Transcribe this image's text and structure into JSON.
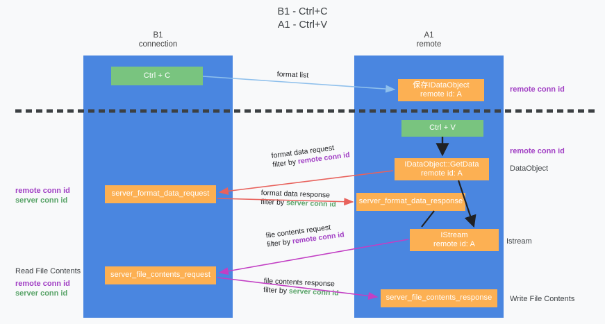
{
  "title": "B1 - Ctrl+C\nA1 - Ctrl+V",
  "columns": {
    "left": {
      "name": "B1",
      "sub": "connection",
      "header": "B1\nconnection"
    },
    "right": {
      "name": "A1",
      "sub": "remote",
      "header": "A1\nremote"
    }
  },
  "colors": {
    "column_blue": "#4a86e0",
    "node_green": "#79c47f",
    "node_orange": "#fcb053",
    "remote_conn_id": "#a13fc4",
    "server_conn_id": "#5aa469",
    "arrow_blue": "#8fc0ec",
    "arrow_red": "#e8625c",
    "arrow_magenta": "#c23fc4",
    "arrow_black": "#202124",
    "divider": "#3c4043",
    "background": "#f8f9fa"
  },
  "nodes": {
    "ctrl_c": {
      "label": "Ctrl + C"
    },
    "ctrl_v": {
      "label": "Ctrl + V"
    },
    "save_dataobject": {
      "label": "保存IDataObject\nremote id: A"
    },
    "getdata": {
      "label": "IDataObject::GetData\nremote id: A"
    },
    "istream": {
      "label": "IStream\nremote id: A"
    },
    "server_format_data_request": {
      "label": "server_format_data_request"
    },
    "server_format_data_response": {
      "label": "server_format_data_response"
    },
    "server_file_contents_request": {
      "label": "server_file_contents_request"
    },
    "server_file_contents_response": {
      "label": "server_file_contents_response"
    }
  },
  "annotations": {
    "right_remote_conn_id_top": "remote conn id",
    "right_remote_conn_id_mid": "remote conn id",
    "right_dataobject": "DataObject",
    "right_istream": "Istream",
    "right_write_file_contents": "Write File Contents",
    "left_read_file_contents": "Read File Contents",
    "left_ids_upper": {
      "remote": "remote conn id",
      "server": "server conn id"
    },
    "left_ids_lower": {
      "remote": "remote conn id",
      "server": "server conn id"
    }
  },
  "edges": [
    {
      "id": "format-list",
      "label": "format list",
      "filter_prefix": "",
      "filter_value": ""
    },
    {
      "id": "format-data-request",
      "label": "format data request",
      "filter_prefix": "filter by ",
      "filter_value": "remote conn id"
    },
    {
      "id": "format-data-response",
      "label": "format data response",
      "filter_prefix": "filter by ",
      "filter_value": "server conn id"
    },
    {
      "id": "file-contents-request",
      "label": "file contents request",
      "filter_prefix": "filter by ",
      "filter_value": "remote conn id"
    },
    {
      "id": "file-contents-response",
      "label": "file contents response",
      "filter_prefix": "filter by ",
      "filter_value": "server conn id"
    }
  ]
}
